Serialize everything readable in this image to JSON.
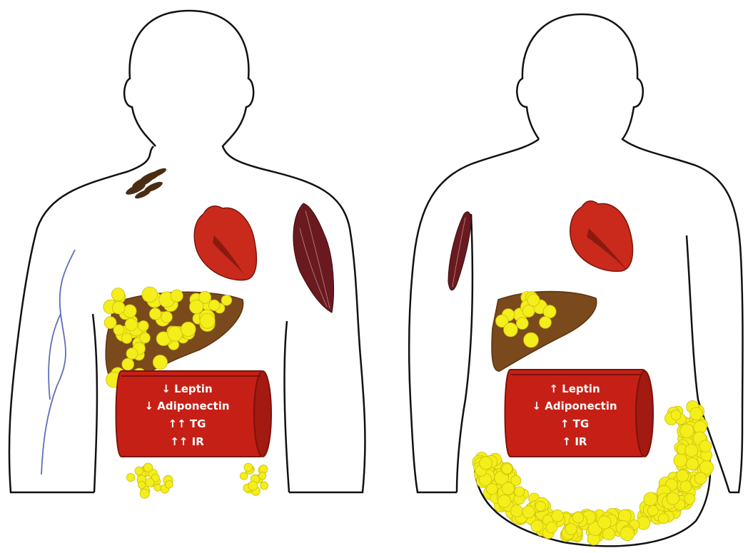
{
  "figures": [
    {
      "id": "lean",
      "markers": [
        {
          "arrow": "↓",
          "label": "Leptin"
        },
        {
          "arrow": "↓",
          "label": "Adiponectin"
        },
        {
          "arrow": "↑↑",
          "label": "TG"
        },
        {
          "arrow": "↑↑",
          "label": "IR"
        }
      ]
    },
    {
      "id": "obese",
      "markers": [
        {
          "arrow": "↑",
          "label": "Leptin"
        },
        {
          "arrow": "↓",
          "label": "Adiponectin"
        },
        {
          "arrow": "↑",
          "label": "TG"
        },
        {
          "arrow": "↑",
          "label": "IR"
        }
      ]
    }
  ],
  "colors": {
    "outline": "#111111",
    "heart": "#c92a1c",
    "heart_dark": "#8a1a10",
    "muscle": "#6a1a1f",
    "liver": "#7a4a1c",
    "fat": "#f4ee1a",
    "fat_edge": "#c9be10",
    "vessel": "#c62016",
    "vessel_dark": "#7d120b",
    "vein": "#5d6fb8",
    "brown_fat": "#4a2d14"
  }
}
